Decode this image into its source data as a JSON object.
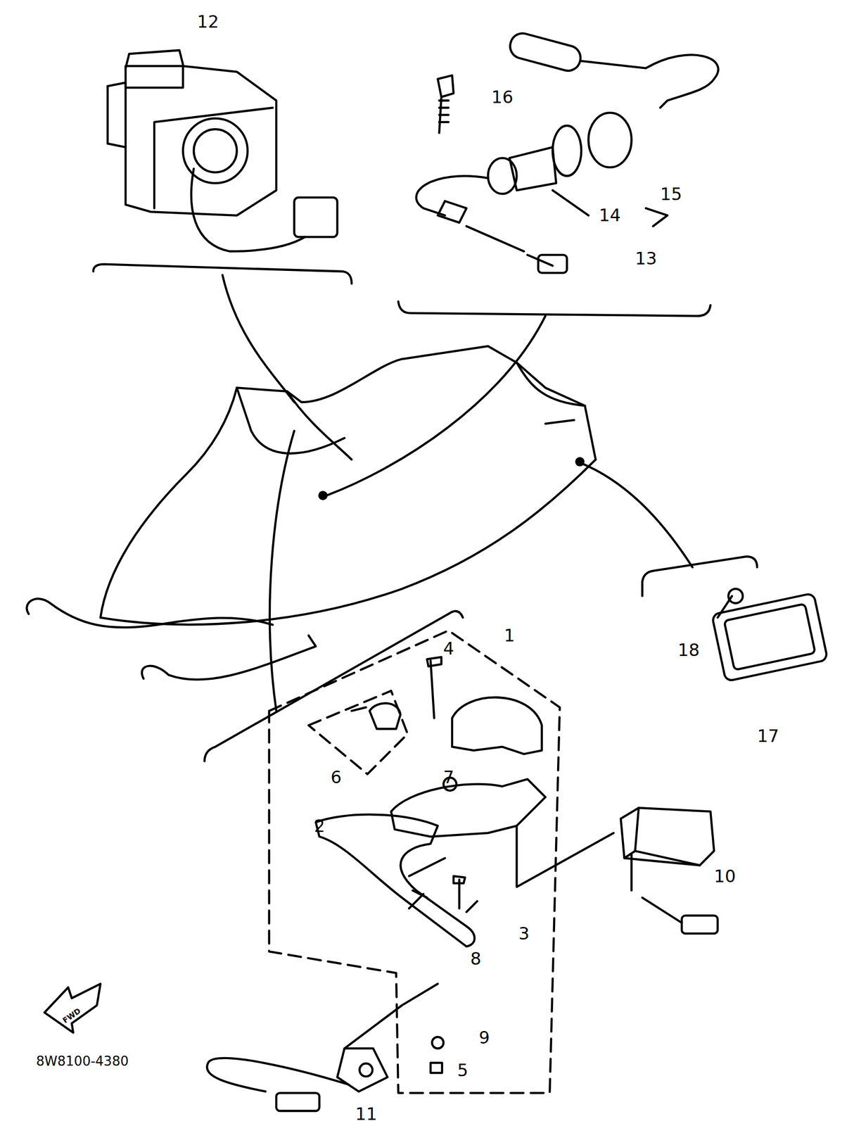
{
  "diagram": {
    "labels": [
      "12",
      "16",
      "15",
      "14",
      "13",
      "18",
      "17",
      "1",
      "4",
      "6",
      "7",
      "2",
      "10",
      "3",
      "8",
      "9",
      "5",
      "11",
      "8W8100-4380",
      "FWD"
    ]
  }
}
